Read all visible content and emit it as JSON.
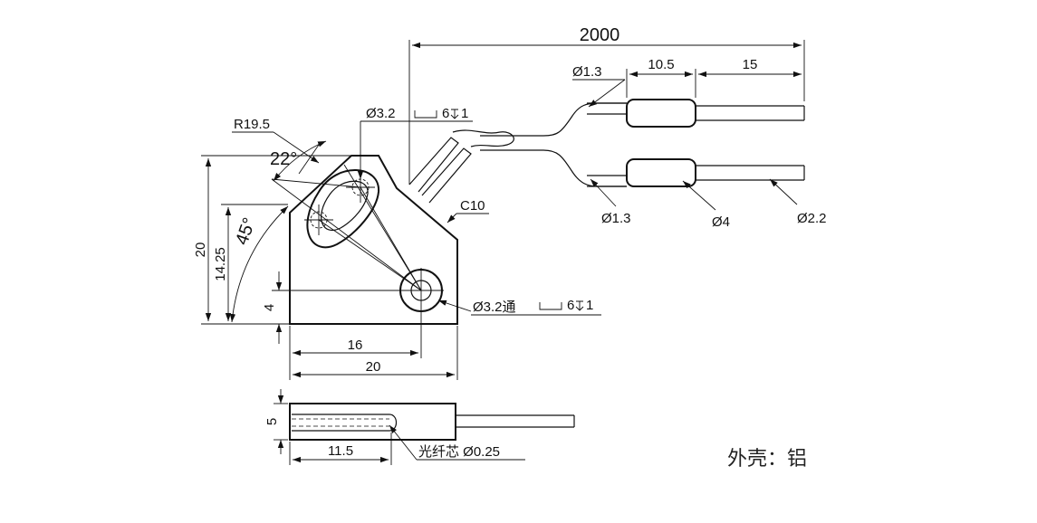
{
  "dimensions": {
    "cable_length": "2000",
    "connector_length": "10.5",
    "lead_length": "15",
    "lead_dia_top": "Ø1.3",
    "lead_dia_bottom": "Ø1.3",
    "sleeve_dia": "Ø4",
    "tip_dia": "Ø2.2",
    "hole_top": "Ø3.2",
    "hole_top_cbore": "6",
    "hole_top_depth": "1",
    "hole_bottom": "Ø3.2通",
    "hole_bottom_cbore": "6",
    "hole_bottom_depth": "1",
    "radius": "R19.5",
    "slot_angle": "22°",
    "bevel_angle": "45°",
    "chamfer": "C10",
    "height_total": "20",
    "height_hole": "14.25",
    "height_bottom": "4",
    "width_hole": "16",
    "width_total": "20",
    "thickness": "5",
    "fiber_length": "11.5",
    "fiber_core": "光纤芯 Ø0.25"
  },
  "material_note": "外壳：铝"
}
